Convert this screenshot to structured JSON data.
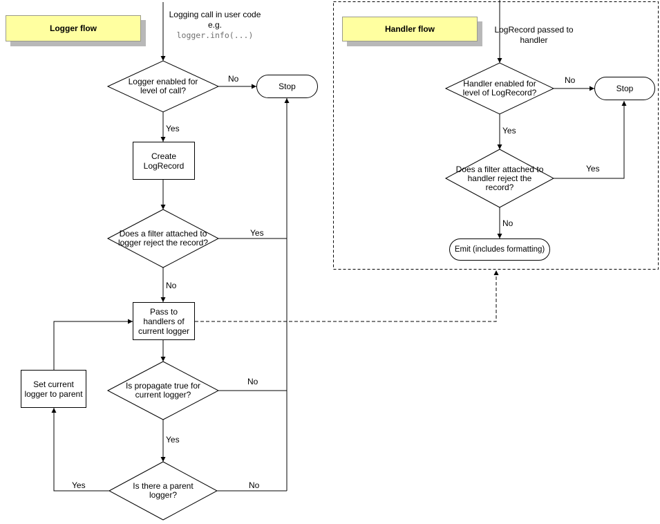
{
  "palette": {
    "note_bg": "#ffffa0",
    "note_shadow": "#b8b8b8",
    "line_color": "#000000",
    "box_bg": "#ffffff",
    "code_text": "#707070"
  },
  "labels": {
    "yes": "Yes",
    "no": "No"
  },
  "logger": {
    "title": "Logger flow",
    "start_line1": "Logging call in user code",
    "start_line2": "e.g.",
    "start_code": "logger.info(...)",
    "d_enabled": "Logger enabled for level of call?",
    "stop": "Stop",
    "create": "Create LogRecord",
    "d_filter": "Does a filter attached to logger reject the record?",
    "pass": "Pass to handlers of current logger",
    "d_propagate": "Is propagate true for current logger?",
    "d_parent": "Is there a parent logger?",
    "set_parent": "Set current logger to parent"
  },
  "handler": {
    "title": "Handler flow",
    "start": "LogRecord passed to handler",
    "d_enabled": "Handler enabled for level of LogRecord?",
    "stop": "Stop",
    "d_filter": "Does a filter attached to handler reject the record?",
    "emit": "Emit (includes formatting)"
  }
}
